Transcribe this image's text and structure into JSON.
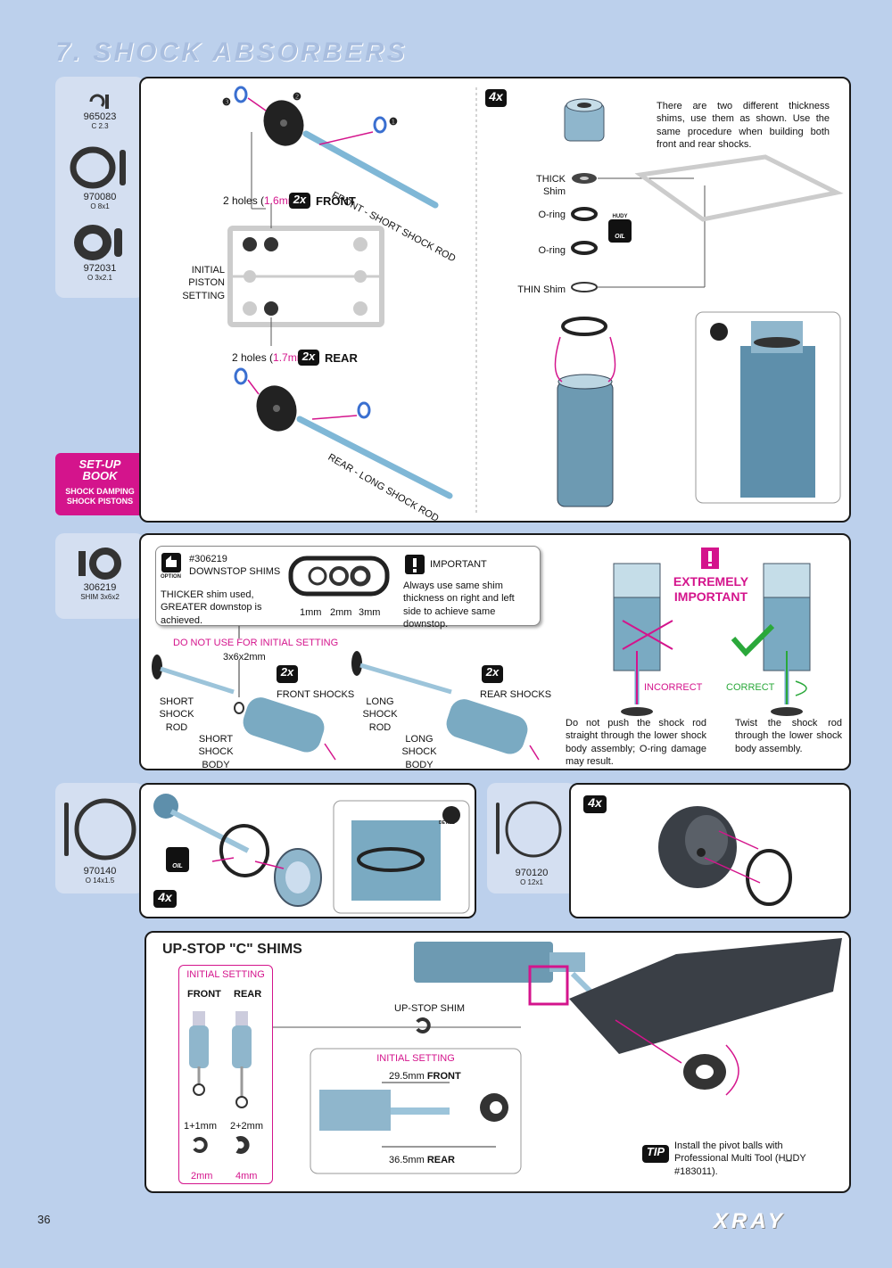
{
  "page": {
    "title": "7. SHOCK ABSORBERS",
    "number": "36",
    "brand": "XRAY"
  },
  "parts1": [
    {
      "code": "965023",
      "size": "C 2.3"
    },
    {
      "code": "970080",
      "size": "O 8x1"
    },
    {
      "code": "972031",
      "size": "O 3x2.1"
    }
  ],
  "parts2": {
    "code": "306219",
    "size": "SHIM 3x6x2"
  },
  "parts3": {
    "code": "970140",
    "size": "O 14x1.5"
  },
  "parts4": {
    "code": "970120",
    "size": "O 12x1"
  },
  "p1": {
    "callouts": [
      "❸",
      "❷",
      "❶"
    ],
    "front_rod": "FRONT - SHORT SHOCK ROD",
    "rear_rod": "REAR - LONG SHOCK ROD",
    "front_holes_pre": "2 holes (",
    "front_holes_val": "1.6mm",
    "holes_post": ")",
    "rear_holes_pre": "2 holes (",
    "rear_holes_val": "1.7mm",
    "qty2": "2x",
    "front": "FRONT",
    "rear": "REAR",
    "piston_l1": "INITIAL PISTON",
    "piston_l2": "SETTING",
    "setup_l1": "SET-UP",
    "setup_l2": "BOOK",
    "setup_l3": "SHOCK DAMPING",
    "setup_l4": "SHOCK PISTONS",
    "qty4": "4x",
    "note": "There are two different thickness shims, use them as shown. Use the same procedure when building both front and rear shocks.",
    "thick": "THICK Shim",
    "oring": "O-ring",
    "thin": "THIN Shim",
    "hudy": "HUDY",
    "oil": "OIL"
  },
  "p2": {
    "opt_num": "#306219",
    "opt_title": "DOWNSTOP SHIMS",
    "option": "OPTION",
    "opt_desc": "THICKER shim used, GREATER downstop is achieved.",
    "sizes": [
      "1mm",
      "2mm",
      "3mm"
    ],
    "imp_title": "IMPORTANT",
    "imp_desc": "Always use same shim thickness on right and left side to achieve same downstop.",
    "warn": "DO NOT USE FOR INITIAL SETTING",
    "shim_size": "3x6x2mm",
    "qty": "2x",
    "front_shocks": "FRONT SHOCKS",
    "rear_shocks": "REAR SHOCKS",
    "short_rod_1": "SHORT",
    "short_rod_2": "SHOCK ROD",
    "long_rod_1": "LONG",
    "long_rod_2": "SHOCK ROD",
    "short_body_1": "SHORT",
    "short_body_2": "SHOCK BODY",
    "long_body_1": "LONG",
    "long_body_2": "SHOCK BODY",
    "ext1": "EXTREMELY",
    "ext2": "IMPORTANT",
    "incorrect": "INCORRECT",
    "correct": "CORRECT",
    "inc_desc": "Do not push the shock rod straight through the lower shock body assembly; O-ring damage may result.",
    "cor_desc": "Twist the shock rod through the lower shock body assembly."
  },
  "p3": {
    "qty": "4x",
    "oil": "OIL",
    "detail": "DETAIL"
  },
  "p4": {
    "qty": "4x"
  },
  "p5": {
    "title": "UP-STOP \"C\" SHIMS",
    "init": "INITIAL SETTING",
    "front": "FRONT",
    "rear": "REAR",
    "fset": "1+1mm",
    "rset": "2+2mm",
    "f_total": "2mm",
    "r_total": "4mm",
    "shim_label": "UP-STOP SHIM",
    "init2": "INITIAL SETTING",
    "front_len": "29.5mm",
    "rear_len": "36.5mm",
    "tip": "TIP",
    "tip_text": "Install the pivot balls with Professional Multi Tool (HUDY #183011)."
  },
  "colors": {
    "accent": "#d4148c",
    "panel_bg": "#bcd0ec",
    "parts_bg": "#d4dff1",
    "green": "#2aa83a",
    "blue": "#3a6fd0"
  }
}
